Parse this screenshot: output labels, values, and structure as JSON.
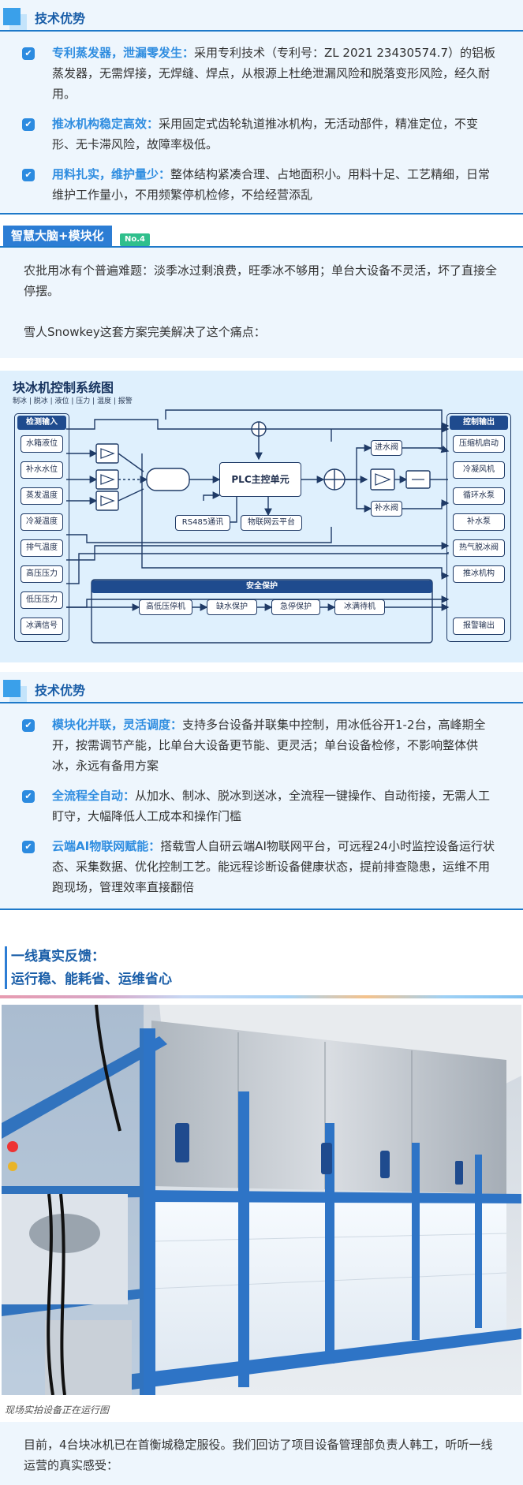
{
  "section1": {
    "title": "技术优势",
    "bullets": [
      {
        "highlight": "专利蒸发器，泄漏零发生：",
        "text": "采用专利技术（专利号：ZL 2021 23430574.7）的铝板蒸发器，无需焊接，无焊缝、焊点，从根源上杜绝泄漏风险和脱落变形风险，经久耐用。"
      },
      {
        "highlight": "推冰机构稳定高效：",
        "text": "采用固定式齿轮轨道推冰机构，无活动部件，精准定位，不变形、无卡滞风险，故障率极低。"
      },
      {
        "highlight": "用料扎实，维护量少：",
        "text": "整体结构紧凑合理、占地面积小。用料十足、工艺精细，日常维护工作量小，不用频繁停机检修，不给经营添乱"
      }
    ]
  },
  "section2": {
    "tag": "智慧大脑+模块化",
    "no": "No.4",
    "paragraphs": [
      "农批用冰有个普遍难题：淡季冰过剩浪费，旺季冰不够用；单台大设备不灵活，坏了直接全停摆。",
      "雪人Snowkey这套方案完美解决了这个痛点："
    ]
  },
  "diagram": {
    "title": "块冰机控制系统图",
    "subtitle": "制冰 | 脱冰 | 液位 | 压力 | 温度 | 报警",
    "input_header": "检测输入",
    "inputs": [
      "水箱液位",
      "补水水位",
      "蒸发温度",
      "冷凝温度",
      "排气温度",
      "高压压力",
      "低压压力",
      "冰满信号"
    ],
    "output_header": "控制输出",
    "outputs": [
      "压缩机启动",
      "冷凝风机",
      "循环水泵",
      "补水泵",
      "热气脱冰阀",
      "推冰机构",
      "报警输出"
    ],
    "plc": "PLC主控单元",
    "rs485": "RS485通讯",
    "iot": "物联网云平台",
    "inlet_valve": "进水阀",
    "makeup_valve": "补水阀",
    "safety_header": "安全保护",
    "safety": [
      "高低压停机",
      "缺水保护",
      "急停保护",
      "冰满待机"
    ]
  },
  "section3": {
    "title": "技术优势",
    "bullets": [
      {
        "highlight": "模块化并联，灵活调度：",
        "text": "支持多台设备并联集中控制，用冰低谷开1-2台，高峰期全开，按需调节产能，比单台大设备更节能、更灵活；单台设备检修，不影响整体供冰，永远有备用方案"
      },
      {
        "highlight": "全流程全自动：",
        "text": "从加水、制冰、脱冰到送冰，全流程一键操作、自动衔接，无需人工盯守，大幅降低人工成本和操作门槛"
      },
      {
        "highlight": "云端AI物联网赋能：",
        "text": "搭载雪人自研云端AI物联网平台，可远程24小时监控设备运行状态、采集数据、优化控制工艺。能远程诊断设备健康状态，提前排查隐患，运维不用跑现场，管理效率直接翻倍"
      }
    ]
  },
  "section4": {
    "line1": "一线真实反馈：",
    "line2": "运行稳、能耗省、运维省心",
    "caption": "现场实拍设备正在运行图",
    "final_text": "目前，4台块冰机已在首衡城稳定服役。我们回访了项目设备管理部负责人韩工，听听一线运营的真实感受："
  },
  "colors": {
    "accent": "#2c7dd4",
    "highlight": "#2f8de0",
    "panel": "#eef6fd",
    "frame_blue": "#2e74c6"
  }
}
